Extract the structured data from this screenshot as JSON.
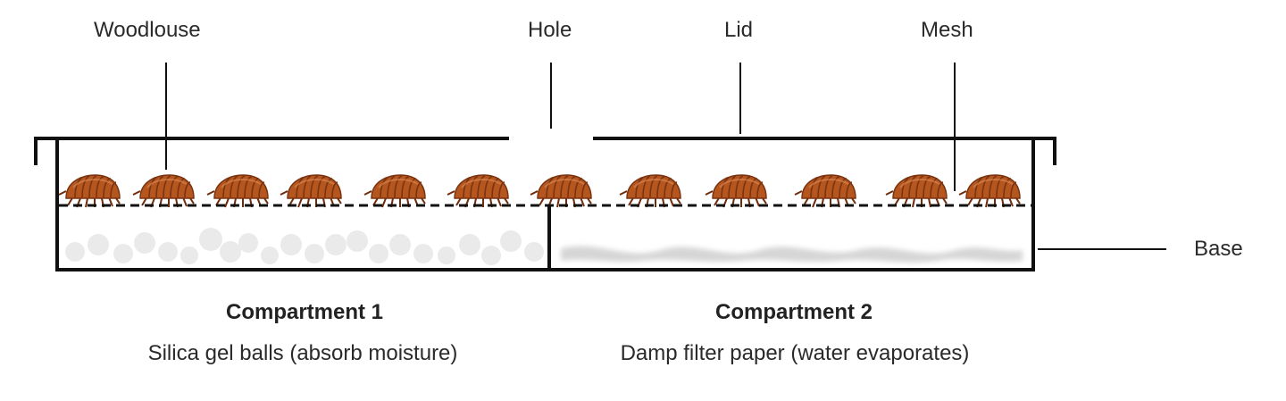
{
  "labels": {
    "woodlouse": "Woodlouse",
    "hole": "Hole",
    "lid": "Lid",
    "mesh": "Mesh",
    "base": "Base"
  },
  "compartments": [
    {
      "title": "Compartment 1",
      "description": "Silica gel balls (absorb moisture)"
    },
    {
      "title": "Compartment 2",
      "description": "Damp filter paper (water evaporates)"
    }
  ],
  "colors": {
    "outline": "#111111",
    "woodlouse_body": "#b5561f",
    "woodlouse_stripe": "#7a3310",
    "silica": "#e8e8e8",
    "filter_paper": "#dcdcdc"
  }
}
